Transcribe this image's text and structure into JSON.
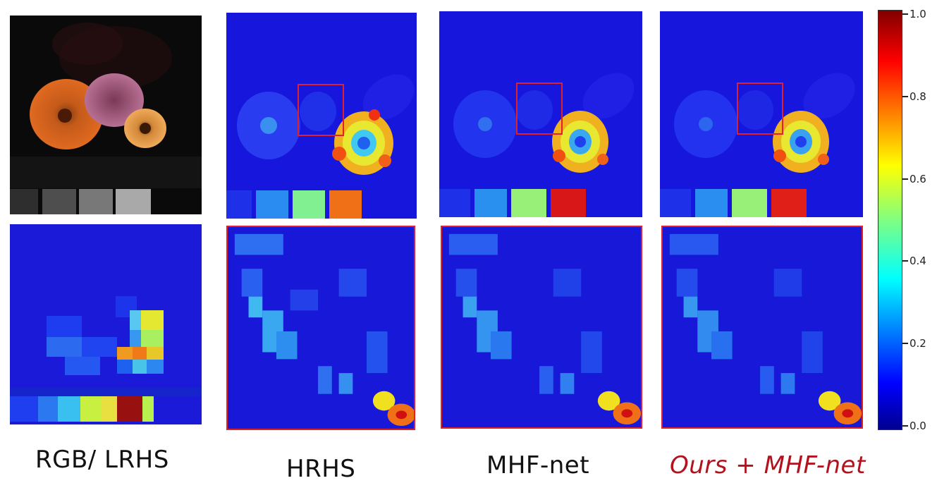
{
  "figure": {
    "columns": [
      {
        "caption": "RGB/ LRHS"
      },
      {
        "caption": "HRHS"
      },
      {
        "caption": "MHF-net"
      },
      {
        "caption": "Ours + MHF-net",
        "highlight": true
      }
    ],
    "colorbar": {
      "colormap": "jet",
      "ticks": [
        "1.0",
        "0.8",
        "0.6",
        "0.4",
        "0.2",
        "0.0"
      ],
      "tick_values": [
        1.0,
        0.8,
        0.6,
        0.4,
        0.2,
        0.0
      ]
    },
    "colors": {
      "caption_highlight": "#b2121e",
      "zoom_box": "#e0202a",
      "map_background": "#1616dc"
    }
  }
}
